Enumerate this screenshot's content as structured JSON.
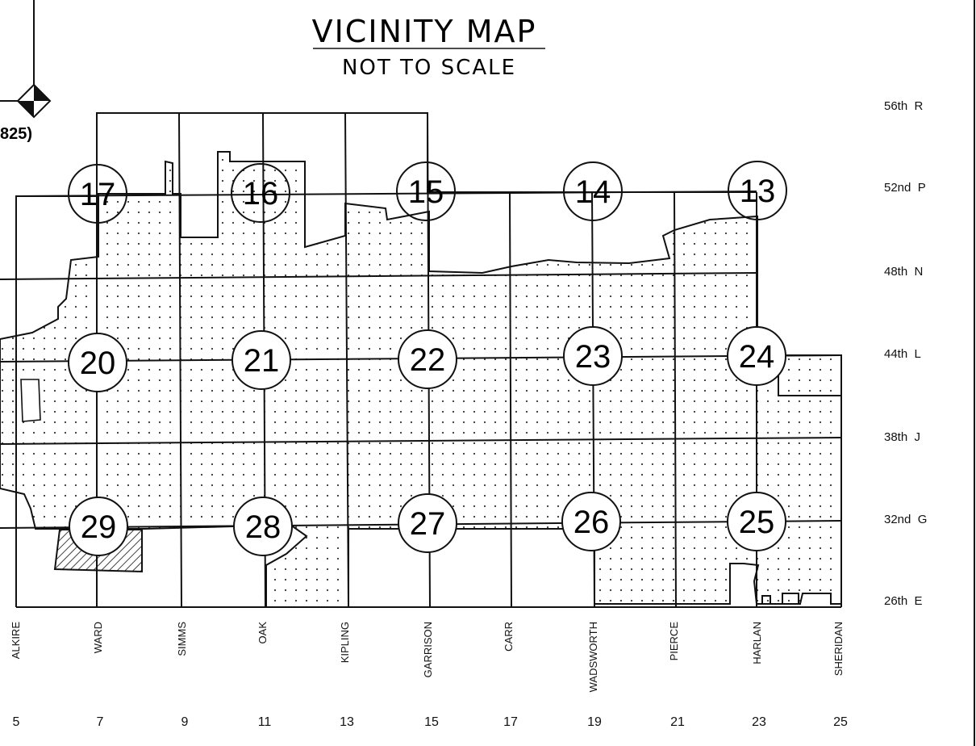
{
  "title": "VICINITY MAP",
  "subtitle": "NOT TO SCALE",
  "corner_label": "825)",
  "sections": {
    "s17": "17",
    "s16": "16",
    "s15": "15",
    "s14": "14",
    "s13": "13",
    "s20": "20",
    "s21": "21",
    "s22": "22",
    "s23": "23",
    "s24": "24",
    "s29": "29",
    "s28": "28",
    "s27": "27",
    "s26": "26",
    "s25": "25"
  },
  "avenues": {
    "r56": "56th  R",
    "r52": "52nd  P",
    "r48": "48th  N",
    "r44": "44th  L",
    "r38": "38th  J",
    "r32": "32nd  G",
    "r26": "26th  E"
  },
  "streets": {
    "alkire": "ALKIRE",
    "ward": "WARD",
    "simms": "SIMMS",
    "oak": "OAK",
    "kipling": "KIPLING",
    "garrison": "GARRISON",
    "carr": "CARR",
    "wadsworth": "WADSWORTH",
    "pierce": "PIERCE",
    "harlan": "HARLAN",
    "sheridan": "SHERIDAN"
  },
  "street_numbers": {
    "n5": "5",
    "n7": "7",
    "n9": "9",
    "n11": "11",
    "n13": "13",
    "n15": "15",
    "n17": "17",
    "n19": "19",
    "n21": "21",
    "n23": "23",
    "n25": "25"
  }
}
